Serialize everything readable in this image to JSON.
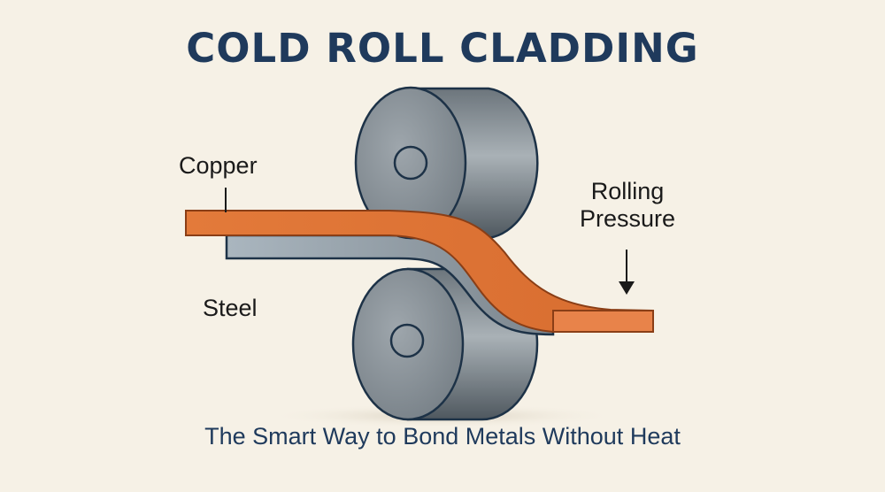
{
  "title": "COLD ROLL CLADDING",
  "subtitle": "The Smart Way to Bond Metals Without Heat",
  "labels": {
    "copper": "Copper",
    "steel": "Steel",
    "rolling_line1": "Rolling",
    "rolling_line2": "Pressure"
  },
  "colors": {
    "background": "#f6f1e6",
    "title": "#1f3a5c",
    "copper": "#e07a3c",
    "steel": "#9aa5ad",
    "roller": "#7d868d",
    "outline": "#1d3247"
  }
}
